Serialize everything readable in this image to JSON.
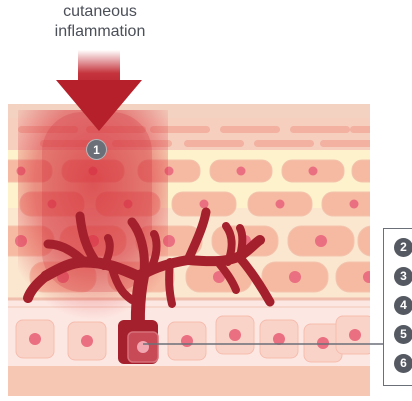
{
  "header": {
    "label_line1": "cutaneous",
    "label_line2": "inflammation"
  },
  "markers": {
    "main": "1"
  },
  "legend": [
    "2",
    "3",
    "4",
    "5",
    "6"
  ],
  "colors": {
    "inflammation": "#b01e2a",
    "vessel": "#a4202c",
    "skin_pink": "#f5c9b8",
    "epidermis_yellow": "#fdf0c7",
    "cell_fill": "#f6b9a1",
    "nucleus": "#ea6f80",
    "badge": "#555a62"
  }
}
